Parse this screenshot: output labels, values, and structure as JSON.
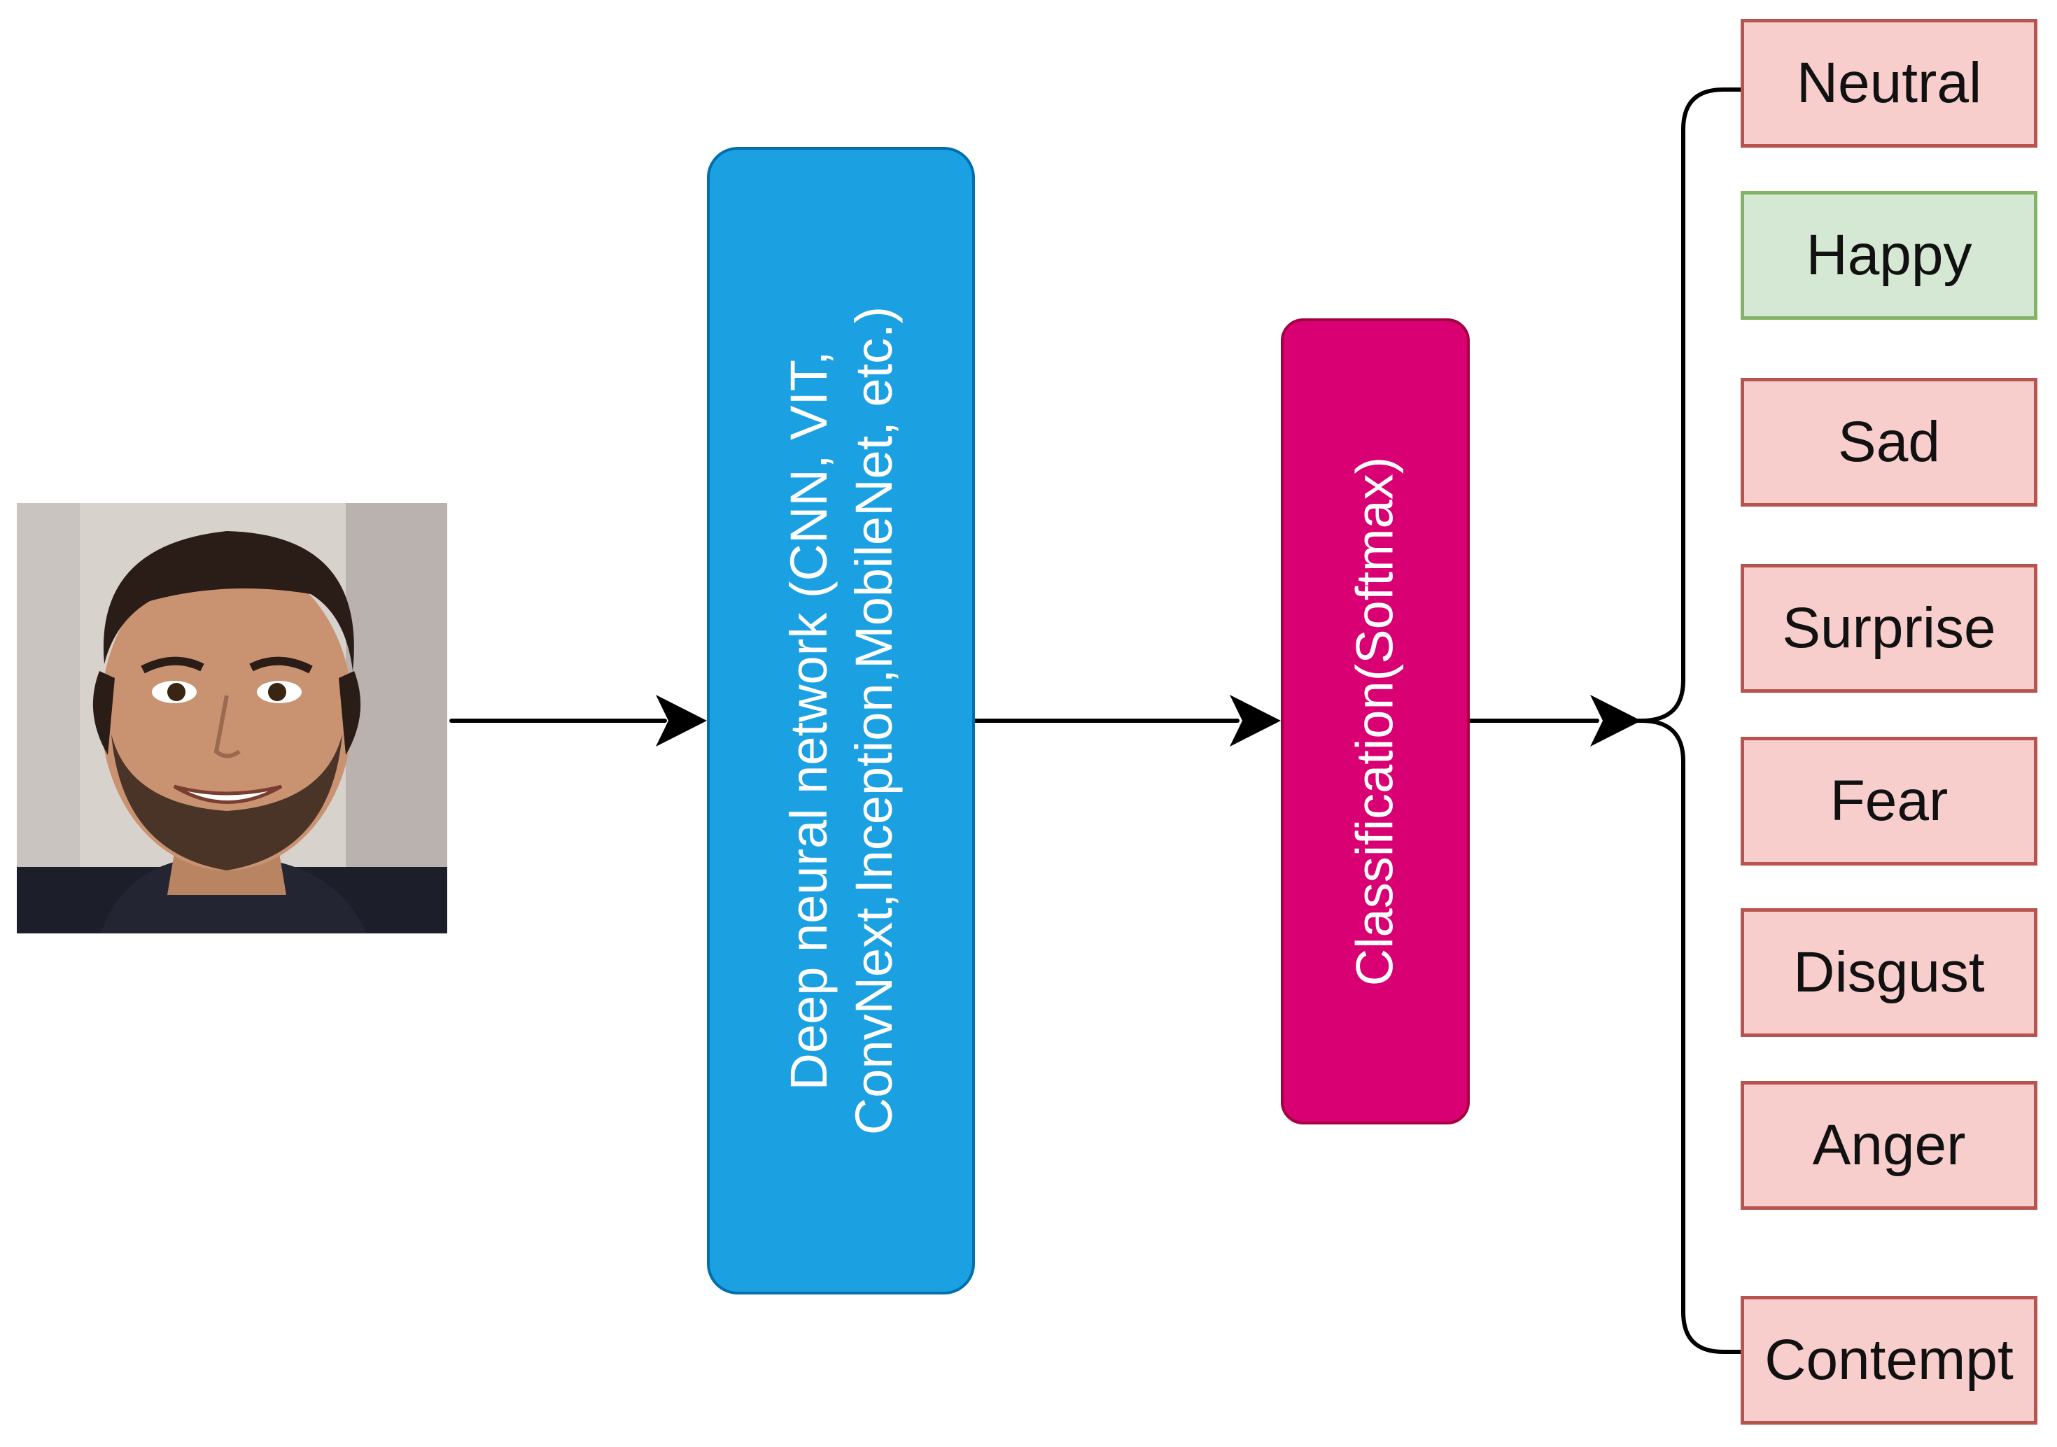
{
  "input_image": {
    "icon": "face-photo"
  },
  "network_block": {
    "label": "Deep neural network (CNN, VIT, ConvNext,Inception,MobileNet, etc.)",
    "fill": "#1ba1e2",
    "stroke": "#006eaf"
  },
  "classifier_block": {
    "label": "Classification(Softmax)",
    "fill": "#d80073",
    "stroke": "#a50040"
  },
  "emotions": [
    {
      "label": "Neutral",
      "highlight": false
    },
    {
      "label": "Happy",
      "highlight": true
    },
    {
      "label": "Sad",
      "highlight": false
    },
    {
      "label": "Surprise",
      "highlight": false
    },
    {
      "label": "Fear",
      "highlight": false
    },
    {
      "label": "Disgust",
      "highlight": false
    },
    {
      "label": "Anger",
      "highlight": false
    },
    {
      "label": "Contempt",
      "highlight": false
    }
  ],
  "colors": {
    "class_fill": "#f8cecc",
    "class_stroke": "#b85450",
    "selected_fill": "#d5e8d4",
    "selected_stroke": "#82b366",
    "connector": "#000000"
  }
}
